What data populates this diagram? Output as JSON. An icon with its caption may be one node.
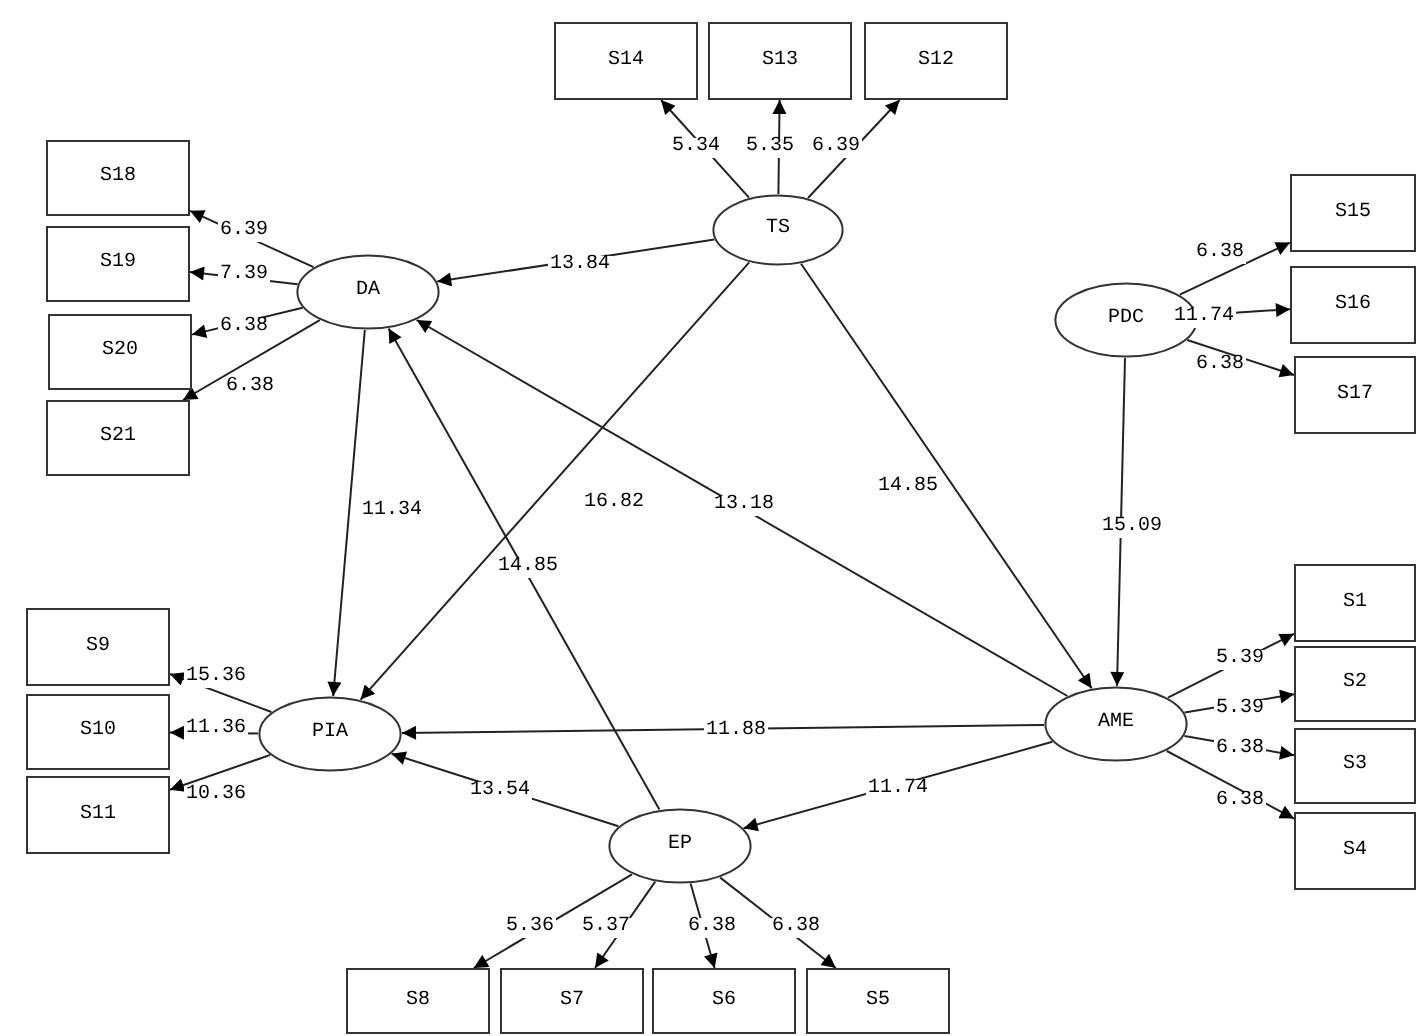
{
  "diagram": {
    "nodes": [
      {
        "text": [
          "TS"
        ]
      },
      {
        "text": [
          "DA"
        ]
      },
      {
        "text": [
          "PDC"
        ]
      },
      {
        "text": [
          "PIA"
        ]
      },
      {
        "text": [
          "AME"
        ]
      },
      {
        "text": [
          "EP"
        ]
      },
      {
        "text": [
          "S14"
        ]
      },
      {
        "text": [
          "S13"
        ]
      },
      {
        "text": [
          "S12"
        ]
      },
      {
        "text": [
          "S18"
        ]
      },
      {
        "text": [
          "S19"
        ]
      },
      {
        "text": [
          "S20"
        ]
      },
      {
        "text": [
          "S21"
        ]
      },
      {
        "text": [
          "S15"
        ]
      },
      {
        "text": [
          "S16"
        ]
      },
      {
        "text": [
          "S17"
        ]
      },
      {
        "text": [
          "S9"
        ]
      },
      {
        "text": [
          "S10"
        ]
      },
      {
        "text": [
          "S11"
        ]
      },
      {
        "text": [
          "S1"
        ]
      },
      {
        "text": [
          "S2"
        ]
      },
      {
        "text": [
          "S3"
        ]
      },
      {
        "text": [
          "S4"
        ]
      },
      {
        "text": [
          "S8"
        ]
      },
      {
        "text": [
          "S7"
        ]
      },
      {
        "text": [
          "S6"
        ]
      },
      {
        "text": [
          "S5"
        ]
      }
    ],
    "edges": [
      {
        "from": 0,
        "to": 1,
        "arrow": "to",
        "label": "13.84"
      },
      {
        "from": 0,
        "to": 3,
        "arrow": "to",
        "label": "16.82"
      },
      {
        "from": 0,
        "to": 4,
        "arrow": "to",
        "label": "14.85"
      },
      {
        "from": 1,
        "to": 3,
        "arrow": "to",
        "label": "11.34"
      },
      {
        "from": 4,
        "to": 1,
        "arrow": "to",
        "label": "13.18"
      },
      {
        "from": 5,
        "to": 1,
        "arrow": "to",
        "label": "14.85"
      },
      {
        "from": 2,
        "to": 4,
        "arrow": "to",
        "label": "15.09"
      },
      {
        "from": 4,
        "to": 3,
        "arrow": "to",
        "label": "11.88"
      },
      {
        "from": 4,
        "to": 5,
        "arrow": "to",
        "label": "11.74"
      },
      {
        "from": 5,
        "to": 3,
        "arrow": "to",
        "label": "13.54"
      },
      {
        "from": 0,
        "to": 6,
        "arrow": "to",
        "label": "5.34"
      },
      {
        "from": 0,
        "to": 7,
        "arrow": "to",
        "label": "5.35"
      },
      {
        "from": 0,
        "to": 8,
        "arrow": "to",
        "label": "6.39"
      },
      {
        "from": 1,
        "to": 9,
        "arrow": "to",
        "label": "6.39"
      },
      {
        "from": 1,
        "to": 10,
        "arrow": "to",
        "label": "7.39"
      },
      {
        "from": 1,
        "to": 11,
        "arrow": "to",
        "label": "6.38"
      },
      {
        "from": 1,
        "to": 12,
        "arrow": "to",
        "label": "6.38"
      },
      {
        "from": 2,
        "to": 13,
        "arrow": "to",
        "label": "6.38"
      },
      {
        "from": 2,
        "to": 14,
        "arrow": "to",
        "label": "11.74"
      },
      {
        "from": 2,
        "to": 15,
        "arrow": "to",
        "label": "6.38"
      },
      {
        "from": 3,
        "to": 16,
        "arrow": "to",
        "label": "15.36"
      },
      {
        "from": 3,
        "to": 17,
        "arrow": "to",
        "label": "11.36"
      },
      {
        "from": 3,
        "to": 18,
        "arrow": "to",
        "label": "10.36"
      },
      {
        "from": 4,
        "to": 19,
        "arrow": "to",
        "label": "5.39"
      },
      {
        "from": 4,
        "to": 20,
        "arrow": "to",
        "label": "5.39"
      },
      {
        "from": 4,
        "to": 21,
        "arrow": "to",
        "label": "6.38"
      },
      {
        "from": 4,
        "to": 22,
        "arrow": "to",
        "label": "6.38"
      },
      {
        "from": 5,
        "to": 23,
        "arrow": "to",
        "label": "5.36"
      },
      {
        "from": 5,
        "to": 24,
        "arrow": "to",
        "label": "5.37"
      },
      {
        "from": 5,
        "to": 25,
        "arrow": "to",
        "label": "6.38"
      },
      {
        "from": 5,
        "to": 26,
        "arrow": "to",
        "label": "6.38"
      }
    ]
  }
}
